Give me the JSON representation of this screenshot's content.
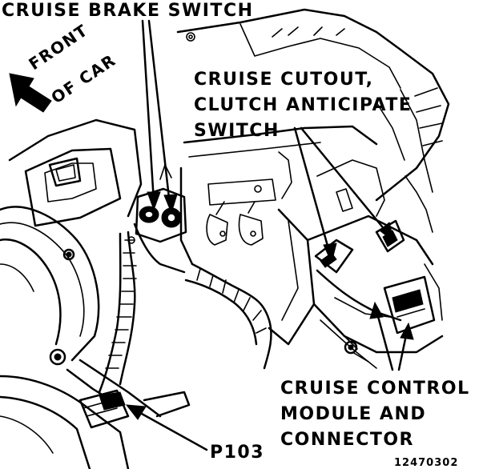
{
  "labels": {
    "cruise_brake_switch": "CRUISE BRAKE SWITCH",
    "front_of_car_line1": "FRONT",
    "front_of_car_line2": "OF CAR",
    "cutout_line1": "CRUISE CUTOUT,",
    "cutout_line2": "CLUTCH ANTICIPATE",
    "cutout_line3": "SWITCH",
    "module_line1": "CRUISE CONTROL",
    "module_line2": "MODULE AND",
    "module_line3": "CONNECTOR",
    "connector_id": "P103",
    "figure_number": "12470302"
  }
}
